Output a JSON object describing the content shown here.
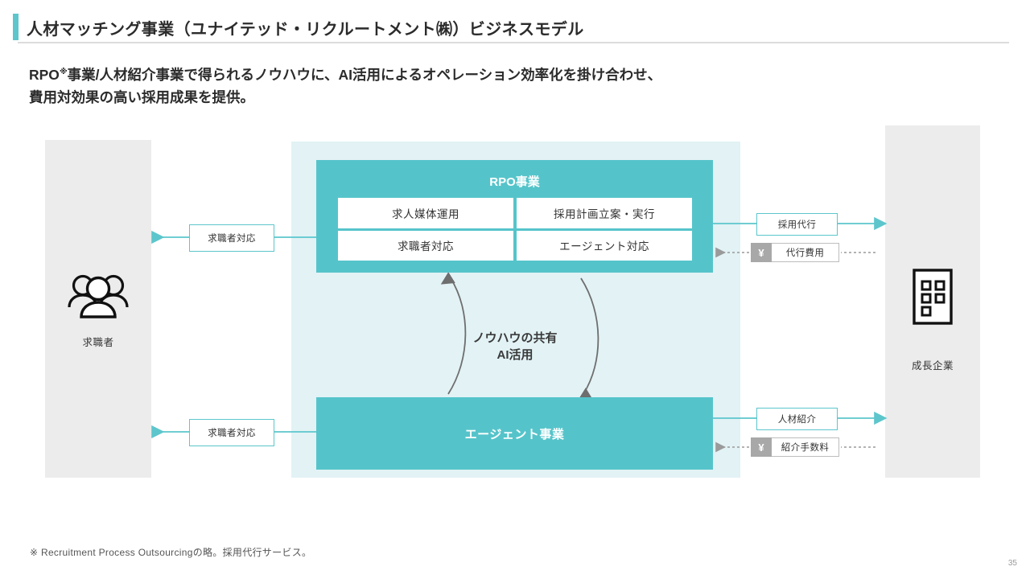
{
  "header": {
    "title": "人材マッチング事業（ユナイテッド・リクルートメント㈱）ビジネスモデル",
    "accent_color": "#5cc6cc"
  },
  "lead": {
    "line1_a": "RPO",
    "line1_mark": "※",
    "line1_b": "事業/人材紹介事業で得られるノウハウに、AI活用によるオペレーション効率化を掛け合わせ、",
    "line2": "費用対効果の高い採用成果を提供。"
  },
  "diagram": {
    "rpo": {
      "title": "RPO事業",
      "cells": [
        "求人媒体運用",
        "採用計画立案・実行",
        "求職者対応",
        "エージェント対応"
      ]
    },
    "agent": {
      "title": "エージェント事業"
    },
    "loop": {
      "line1": "ノウハウの共有",
      "line2": "AI活用"
    },
    "left_tags": [
      "求職者対応",
      "求職者対応"
    ],
    "right_tags": [
      "採用代行",
      "人材紹介"
    ],
    "fees": [
      {
        "symbol": "¥",
        "label": "代行費用"
      },
      {
        "symbol": "¥",
        "label": "紹介手数料"
      }
    ],
    "actors": {
      "seeker_label": "求職者",
      "seeker_icon": "people-group-icon",
      "company_label": "成長企業",
      "company_icon": "building-icon"
    },
    "colors": {
      "teal": "#55c4ca",
      "teal_line": "#5cc6cc",
      "light_blue_panel": "#e2f2f5",
      "gray_panel": "#ececec",
      "fee_badge_gray": "#a8a8a8",
      "arrow_gray": "#7a7a7a"
    }
  },
  "footer": {
    "footnote": "※ Recruitment Process Outsourcingの略。採用代行サービス。",
    "page_number": "35"
  }
}
